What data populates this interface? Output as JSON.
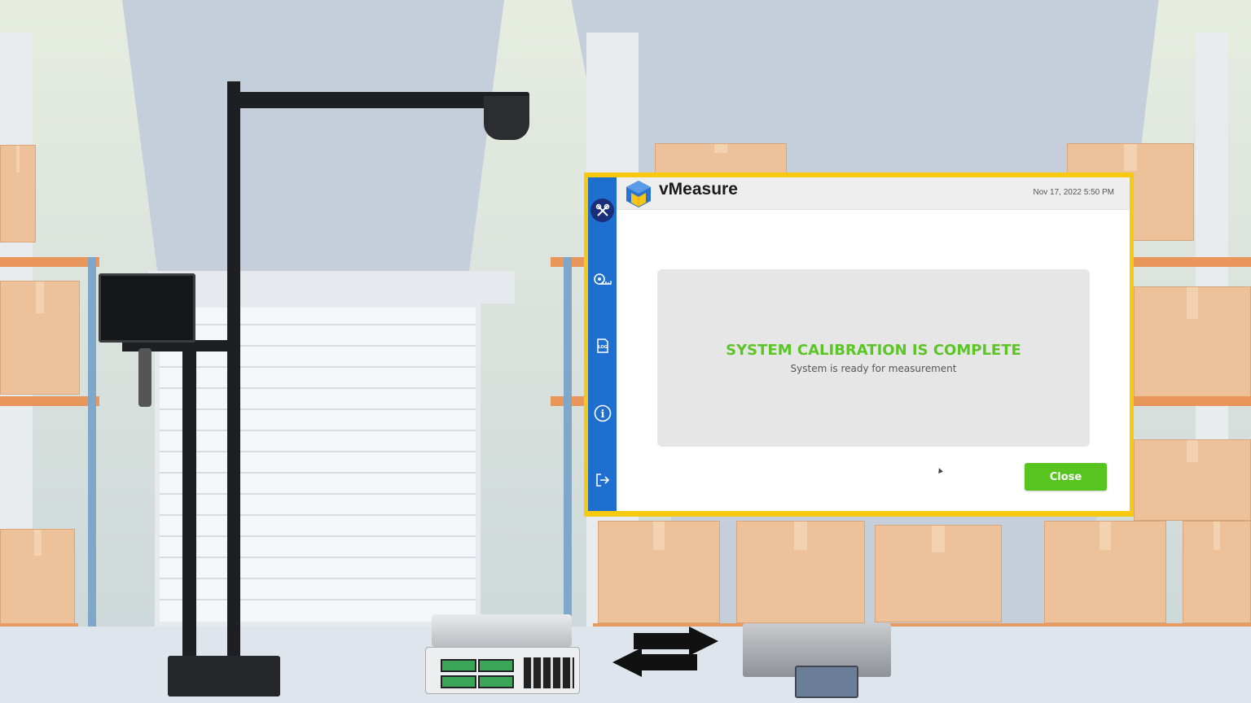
{
  "app": {
    "brand": "vMeasure",
    "datetime": "Nov 17, 2022 5:50 PM"
  },
  "sidebar": {
    "items": [
      {
        "icon": "tools-icon",
        "active": true
      },
      {
        "icon": "tape-measure-icon",
        "active": false
      },
      {
        "icon": "log-icon",
        "active": false
      },
      {
        "icon": "info-icon",
        "active": false
      },
      {
        "icon": "logout-icon",
        "active": false
      }
    ],
    "log_glyph": "LOG",
    "info_glyph": "i"
  },
  "dialog": {
    "title": "SYSTEM CALIBRATION IS COMPLETE",
    "subtitle": "System is ready for measurement",
    "close_label": "Close"
  },
  "colors": {
    "accent_green": "#5cc526",
    "sidebar_blue": "#1f6fd0",
    "frame_yellow": "#f7c910"
  }
}
